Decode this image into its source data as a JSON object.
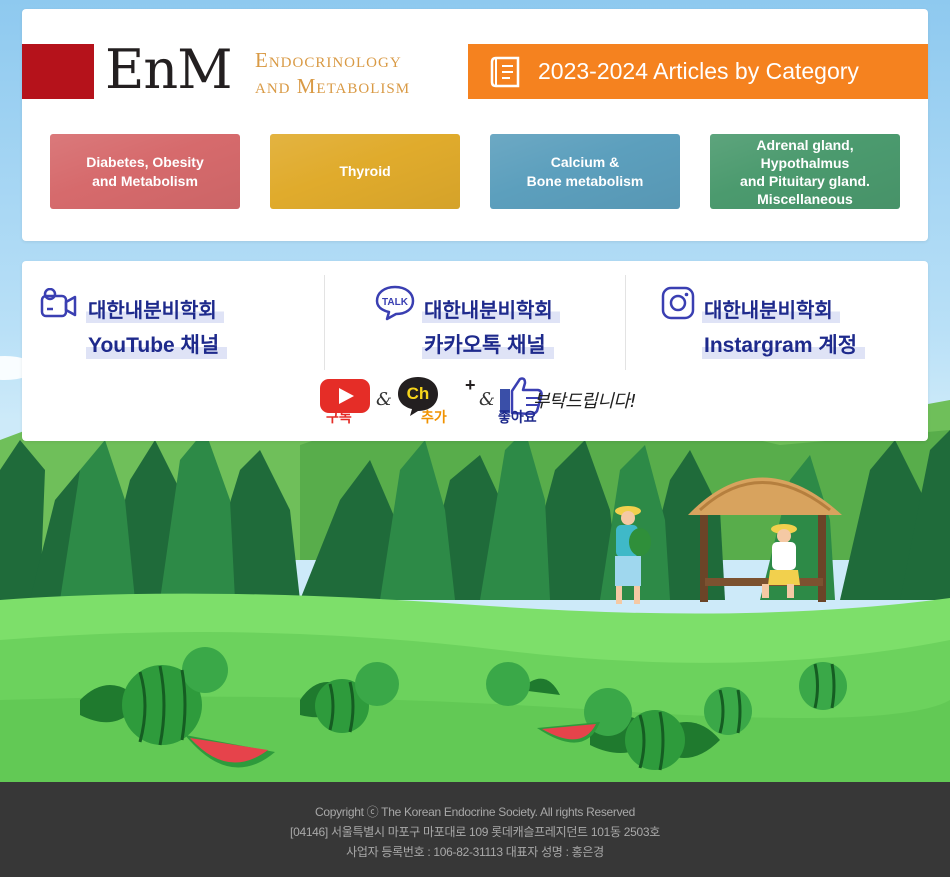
{
  "header": {
    "logo_mark": "EnM",
    "logo_sub_line1": "Endocrinology",
    "logo_sub_line2": "and Metabolism",
    "banner_title": "2023-2024 Articles by Category"
  },
  "categories": [
    {
      "label": "Diabetes, Obesity\nand Metabolism",
      "color": "#d66a6c"
    },
    {
      "label": "Thyroid",
      "color": "#e0ab2c"
    },
    {
      "label": "Calcium &\nBone metabolism",
      "color": "#5c9fbd"
    },
    {
      "label": "Adrenal gland,\nHypothalmus\nand Pituitary gland.\nMiscellaneous",
      "color": "#4b9a6e"
    }
  ],
  "social": {
    "youtube": {
      "title": "대한내분비학회",
      "subtitle": "YouTube 채널",
      "icon": "video-camera-icon"
    },
    "kakao": {
      "title": "대한내분비학회",
      "subtitle": "카카오톡 채널",
      "icon": "talk-bubble-icon"
    },
    "instagram": {
      "title": "대한내분비학회",
      "subtitle": "Instargram 계정",
      "icon": "instagram-icon"
    },
    "strip": {
      "subscribe_label": "구독",
      "ch_text": "Ch",
      "add_label": "추가",
      "like_label": "좋아요",
      "amp1": "&",
      "amp2": "&",
      "plus": "+",
      "please": "부탁드립니다!"
    }
  },
  "footer": {
    "line1": "Copyright ⓒ The Korean Endocrine Society. All rights Reserved",
    "line2": "[04146] 서울특별시 마포구 마포대로 109 롯데캐슬프레지던트 101동 2503호",
    "line3": "사업자 등록번호 : 106-82-31113 대표자 성명 : 홍은경"
  },
  "colors": {
    "brand_red": "#b5121b",
    "accent_orange": "#f5821f",
    "social_text": "#1e2a8c",
    "footer_bg": "#373737"
  }
}
